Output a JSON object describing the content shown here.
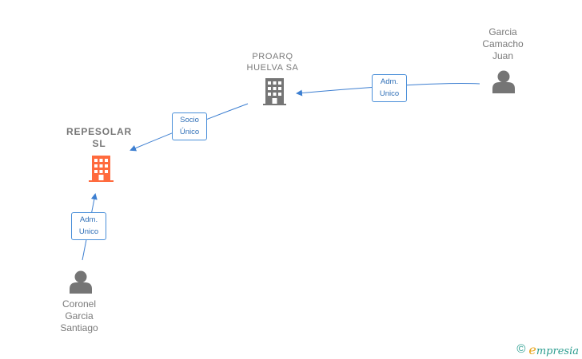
{
  "nodes": {
    "repesolar": {
      "line1": "REPESOLAR",
      "line2": "SL",
      "type": "company",
      "highlight": "#ff6a3d"
    },
    "proarq": {
      "line1": "PROARQ",
      "line2": "HUELVA SA",
      "type": "company",
      "color": "#757575"
    },
    "garcia": {
      "line1": "Garcia",
      "line2": "Camacho",
      "line3": "Juan",
      "type": "person"
    },
    "coronel": {
      "line1": "Coronel",
      "line2": "Garcia",
      "line3": "Santiago",
      "type": "person"
    }
  },
  "edges": {
    "garcia_proarq": {
      "line1": "Adm.",
      "line2": "Unico"
    },
    "proarq_repesolar": {
      "line1": "Socio",
      "line2": "Único"
    },
    "coronel_repesolar": {
      "line1": "Adm.",
      "line2": "Unico"
    }
  },
  "colors": {
    "edge": "#3d7fd1",
    "person": "#757575",
    "label": "#7a7a7a"
  },
  "footer": {
    "copyright_symbol": "©",
    "brand_first": "e",
    "brand_rest": "mpresia"
  }
}
